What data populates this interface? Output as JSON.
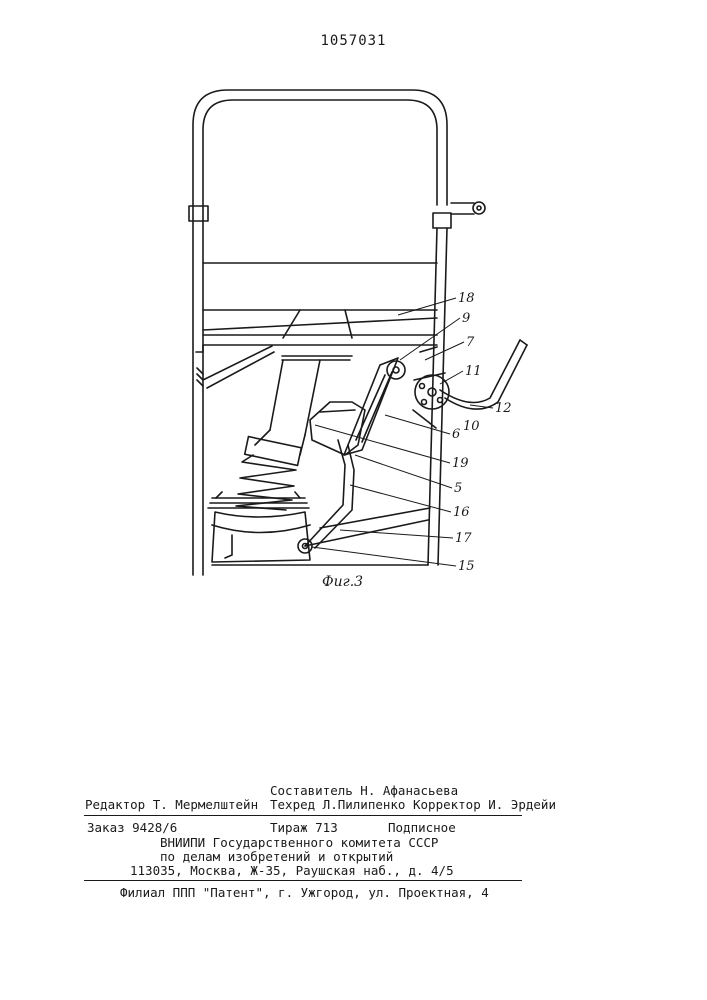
{
  "patent_number": "1057031",
  "figure": {
    "caption": "Фиг.3",
    "labels": [
      "18",
      "9",
      "7",
      "11",
      "12",
      "6",
      "10",
      "19",
      "5",
      "16",
      "17",
      "15"
    ]
  },
  "imprint": {
    "compiler": "Составитель Н. Афанасьева",
    "editor": "Редактор Т. Мермелштейн",
    "techred_corrector": "Техред Л.Пилипенко Корректор И. Эрдейи",
    "order": "Заказ  9428/6",
    "circulation": "Тираж 713",
    "subscription": "Подписное",
    "org_line1": "ВНИИПИ Государственного комитета СССР",
    "org_line2": "по делам изобретений и открытий",
    "address": "113035, Москва, Ж-35, Раушская наб., д. 4/5",
    "branch": "Филиал ППП \"Патент\", г. Ужгород, ул. Проектная, 4"
  }
}
